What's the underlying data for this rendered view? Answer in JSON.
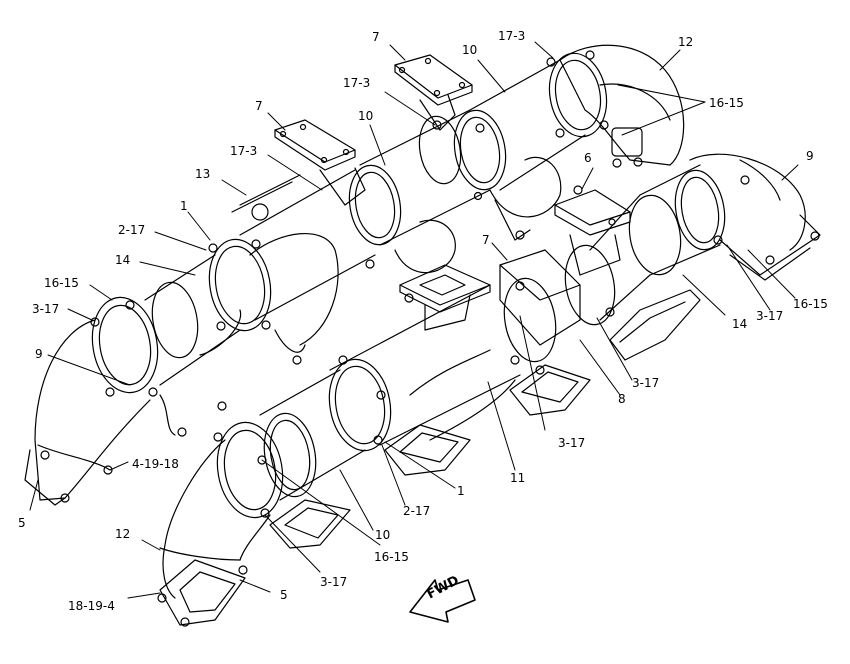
{
  "callouts": [
    {
      "id": "c7a",
      "text": "7"
    },
    {
      "id": "c10a",
      "text": "10"
    },
    {
      "id": "c173a",
      "text": "17-3"
    },
    {
      "id": "c12a",
      "text": "12"
    },
    {
      "id": "c1615a",
      "text": "16-15"
    },
    {
      "id": "c173b",
      "text": "17-3"
    },
    {
      "id": "c7b",
      "text": "7"
    },
    {
      "id": "c10b",
      "text": "10"
    },
    {
      "id": "c173c",
      "text": "17-3"
    },
    {
      "id": "c13",
      "text": "13"
    },
    {
      "id": "c6",
      "text": "6"
    },
    {
      "id": "c9a",
      "text": "9"
    },
    {
      "id": "c1a",
      "text": "1"
    },
    {
      "id": "c217a",
      "text": "2-17"
    },
    {
      "id": "c7c",
      "text": "7"
    },
    {
      "id": "c14a",
      "text": "14"
    },
    {
      "id": "c1615b",
      "text": "16-15"
    },
    {
      "id": "c317a",
      "text": "3-17"
    },
    {
      "id": "c14b",
      "text": "14"
    },
    {
      "id": "c317b",
      "text": "3-17"
    },
    {
      "id": "c1615c",
      "text": "16-15"
    },
    {
      "id": "c9b",
      "text": "9"
    },
    {
      "id": "c317c",
      "text": "3-17"
    },
    {
      "id": "c8",
      "text": "8"
    },
    {
      "id": "c317d",
      "text": "3-17"
    },
    {
      "id": "c41918",
      "text": "4-19-18"
    },
    {
      "id": "c11",
      "text": "11"
    },
    {
      "id": "c1b",
      "text": "1"
    },
    {
      "id": "c5a",
      "text": "5"
    },
    {
      "id": "c217b",
      "text": "2-17"
    },
    {
      "id": "c10c",
      "text": "10"
    },
    {
      "id": "c12b",
      "text": "12"
    },
    {
      "id": "c1615d",
      "text": "16-15"
    },
    {
      "id": "c317e",
      "text": "3-17"
    },
    {
      "id": "c18194",
      "text": "18-19-4"
    },
    {
      "id": "c5b",
      "text": "5"
    }
  ],
  "fwd_arrow": {
    "text": "FWD"
  },
  "colors": {
    "line": "#000000",
    "background": "#ffffff"
  }
}
